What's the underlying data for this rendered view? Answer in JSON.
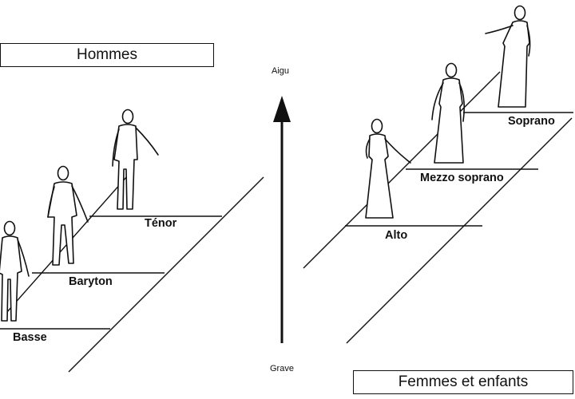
{
  "men_panel": {
    "title": "Hommes",
    "voices": [
      "Basse",
      "Baryton",
      "Ténor"
    ]
  },
  "women_panel": {
    "title": "Femmes et enfants",
    "voices": [
      "Alto",
      "Mezzo soprano",
      "Soprano"
    ]
  },
  "pitch_axis": {
    "top_label": "Aigu",
    "bottom_label": "Grave"
  }
}
